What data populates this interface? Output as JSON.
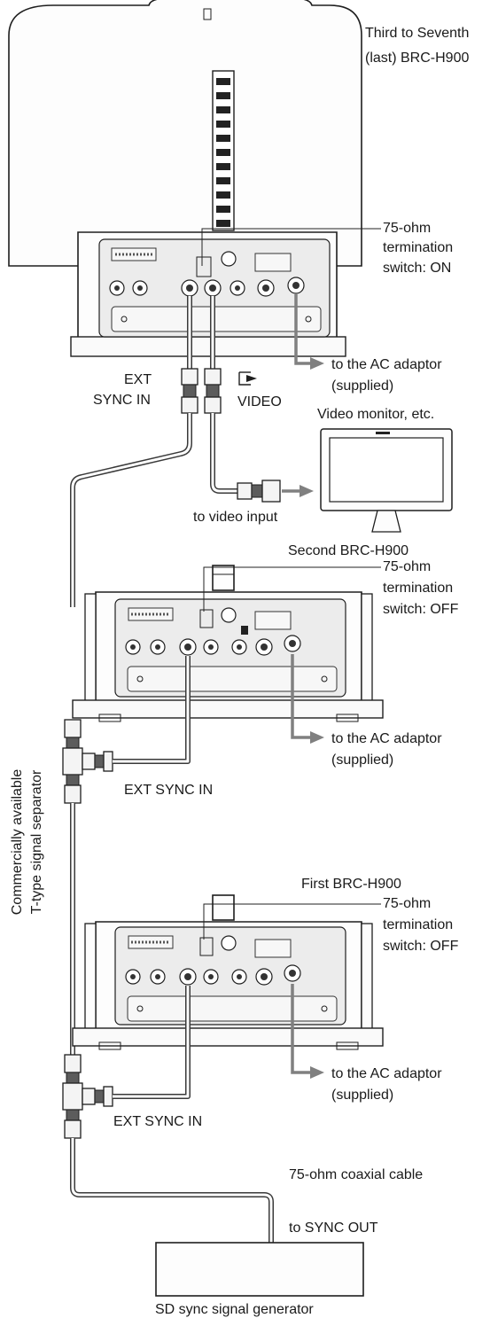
{
  "labels": {
    "third_camera": [
      "Third to Seventh",
      "(last) BRC-H900"
    ],
    "termination_on": [
      "75-ohm",
      "termination",
      "switch: ON"
    ],
    "ac_adaptor_top": [
      "to the AC adaptor",
      "(supplied)"
    ],
    "ext_sync_in_top": [
      "EXT",
      "SYNC IN"
    ],
    "video": "VIDEO",
    "video_monitor": "Video monitor, etc.",
    "to_video_input": "to video input",
    "second_camera": "Second BRC-H900",
    "termination_off_2": [
      "75-ohm",
      "termination",
      "switch: OFF"
    ],
    "separator": [
      "Commercially available",
      "T-type signal separator"
    ],
    "ac_adaptor_mid": [
      "to the AC adaptor",
      "(supplied)"
    ],
    "ext_sync_in_mid": "EXT SYNC IN",
    "first_camera": "First BRC-H900",
    "termination_off_1": [
      "75-ohm",
      "termination",
      "switch: OFF"
    ],
    "ac_adaptor_bottom": [
      "to the AC adaptor",
      "(supplied)"
    ],
    "ext_sync_in_bottom": "EXT SYNC IN",
    "coax_cable": "75-ohm coaxial cable",
    "to_sync_out": "to SYNC OUT",
    "generator": "SD sync signal generator"
  },
  "colors": {
    "cable": "#3a3a3a",
    "arrow": "#808080",
    "line": "#1e1e1e"
  }
}
